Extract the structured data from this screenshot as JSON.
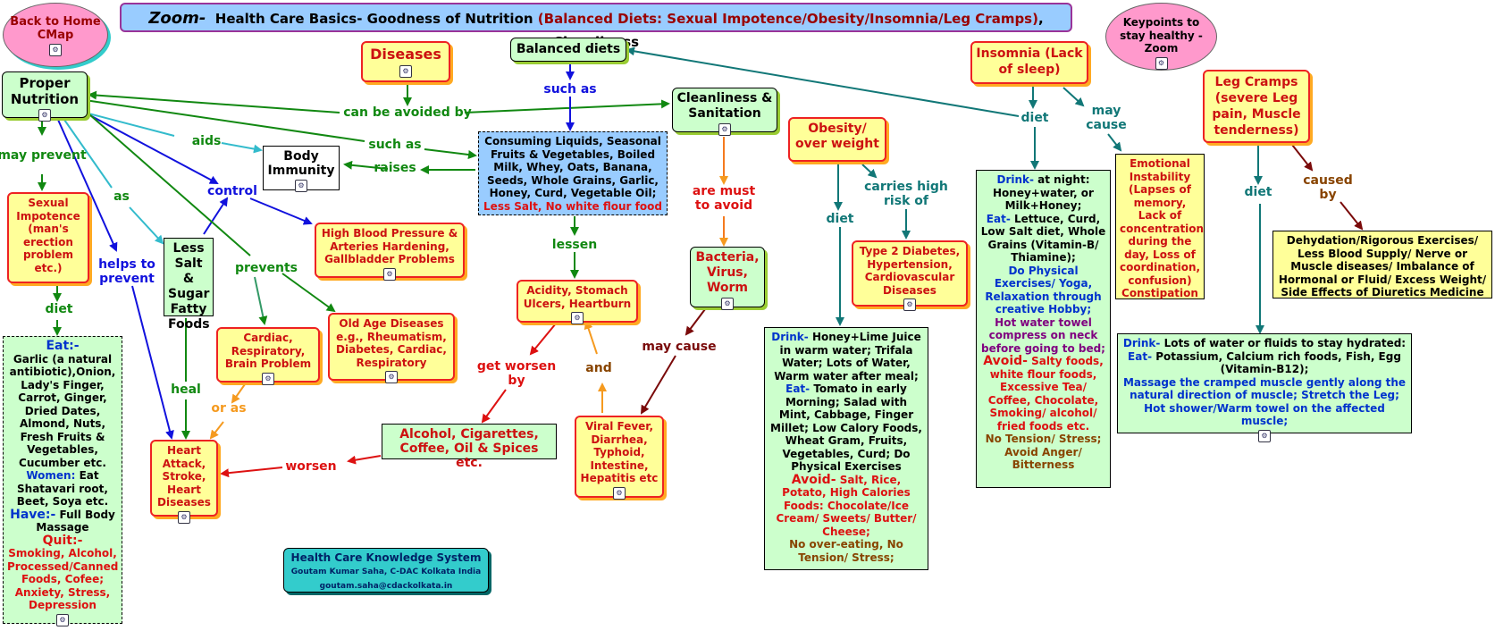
{
  "title": {
    "zoom": "Zoom-",
    "main": "Health Care Basics- Goodness of Nutrition",
    "highlight": "(Balanced Diets: Sexual Impotence/Obesity/Insomnia/Leg Cramps)",
    "tail": ", Cleanliness"
  },
  "nav": {
    "back": "Back to Home CMap",
    "keypoints": "Keypoints to stay healthy -Zoom"
  },
  "nodes": {
    "proper_nutrition": "Proper Nutrition",
    "diseases": "Diseases",
    "balanced_diets": "Balanced diets",
    "cleanliness": "Cleanliness & Sanitation",
    "insomnia": "Insomnia (Lack of sleep)",
    "leg_cramps": "Leg Cramps (severe Leg pain, Muscle tenderness)",
    "obesity": "Obesity/ over weight",
    "body_immunity": "Body Immunity",
    "consuming": {
      "line1": "Consuming Liquids, Seasonal Fruits & Vegetables, Boiled Milk, Whey, Oats, Banana, Seeds, Whole Grains, Garlic, Honey, Curd, Vegetable Oil;",
      "line2": "Less Salt, No white flour food"
    },
    "sexual_impotence": "Sexual Impotence (man's erection problem etc.)",
    "less_salt": "Less Salt & Sugar Fatty Foods",
    "high_bp": "High Blood Pressure & Arteries Hardening, Gallbladder Problems",
    "cardiac": "Cardiac, Respiratory, Brain Problem",
    "old_age": "Old Age Diseases e.g., Rheumatism, Diabetes, Cardiac, Respiratory",
    "acidity": "Acidity, Stomach Ulcers, Heartburn",
    "bacteria": "Bacteria, Virus, Worm",
    "type2": "Type 2 Diabetes, Hypertension, Cardiovascular Diseases",
    "emotional": "Emotional Instability (Lapses of memory, Lack of concentration during the day, Loss of coordination, confusion) Constipation",
    "dehydration": "Dehydation/Rigorous Exercises/ Less Blood Supply/ Nerve or Muscle diseases/ Imbalance of Hormonal or Fluid/ Excess Weight/ Side Effects of Diuretics Medicine",
    "alcohol": "Alcohol, Cigarettes, Coffee, Oil & Spices etc.",
    "viral": "Viral Fever, Diarrhea, Typhoid, Intestine, Hepatitis etc",
    "heart": "Heart Attack, Stroke, Heart Diseases"
  },
  "impotence_diet": {
    "eat_label": "Eat:-",
    "eat_text": "Garlic (a natural antibiotic),Onion, Lady's Finger, Carrot, Ginger, Dried Dates, Almond, Nuts, Fresh Fruits & Vegetables, Cucumber etc.",
    "women_label": "Women:",
    "women_text": "Eat Shatavari root, Beet, Soya etc.",
    "have_label": "Have:-",
    "have_text": "Full Body Massage",
    "quit_label": "Quit:-",
    "quit_text": "Smoking, Alcohol, Processed/Canned Foods, Cofee; Anxiety, Stress, Depression"
  },
  "obesity_diet": {
    "drink_label": "Drink-",
    "drink_text": "Honey+Lime Juice in warm water; Trifala Water; Lots of Water, Warm water after meal;",
    "eat_label": "Eat-",
    "eat_text": "Tomato in early Morning; Salad with Mint, Cabbage, Finger Millet; Low Calory Foods, Wheat Gram, Fruits, Vegetables, Curd; Do Physical Exercises",
    "avoid_label": "Avoid-",
    "avoid_text": "Salt, Rice, Potato, High Calories Foods: Chocolate/Ice Cream/ Sweets/ Butter/ Cheese;",
    "tail": "No over-eating, No Tension/ Stress;"
  },
  "insomnia_diet": {
    "drink_label": "Drink-",
    "drink_text": "at night: Honey+water, or Milk+Honey;",
    "eat_label": "Eat-",
    "eat_text": "Lettuce, Curd, Low Salt diet, Whole Grains (Vitamin-B/ Thiamine);",
    "do_text": "Do Physical Exercises/ Yoga, Relaxation through creative Hobby;",
    "towel_text": "Hot water towel compress on neck before going to bed;",
    "avoid_label": "Avoid-",
    "avoid_text": "Salty foods, white flour foods, Excessive Tea/ Coffee, Chocolate, Smoking/ alcohol/ fried foods etc.",
    "tail": "No Tension/ Stress; Avoid Anger/ Bitterness"
  },
  "leg_diet": {
    "drink_label": "Drink-",
    "drink_text": "Lots of water or fluids to stay hydrated:",
    "eat_label": "Eat-",
    "eat_text": "Potassium, Calcium rich foods, Fish, Egg (Vitamin-B12);",
    "massage_text": "Massage the cramped muscle gently along the natural direction of muscle;  Stretch the Leg;  Hot shower/Warm towel on the affected muscle;"
  },
  "footer": {
    "system": "Health Care Knowledge System",
    "author": "Goutam Kumar Saha, C-DAC Kolkata India",
    "email": "goutam.saha@cdackolkata.in"
  },
  "labels": {
    "can_be_avoided_by": "can be avoided by",
    "such_as_top": "such as",
    "such_as_mid": "such as",
    "aids": "aids",
    "raises": "raises",
    "may_prevent": "may prevent",
    "as": "as",
    "control": "control",
    "helps_to_prevent": "helps to prevent",
    "prevents": "prevents",
    "diet_impotence": "diet",
    "heal": "heal",
    "or_as": "or as",
    "lessen": "lessen",
    "get_worsen_by": "get worsen by",
    "and": "and",
    "worsen": "worsen",
    "are_must_to_avoid": "are must to avoid",
    "may_cause_bacteria": "may cause",
    "carries_high_risk_of": "carries high risk of",
    "diet_obesity": "diet",
    "diet_insomnia": "diet",
    "may_cause_insomnia": "may cause",
    "diet_leg": "diet",
    "caused_by": "caused by"
  },
  "colors": {
    "green_link": "#118811",
    "blue_link": "#1111dd",
    "teal_link": "#117777",
    "red_link": "#dd1111",
    "orange_link": "#f59a1f",
    "maroon_link": "#7a0a0a"
  }
}
